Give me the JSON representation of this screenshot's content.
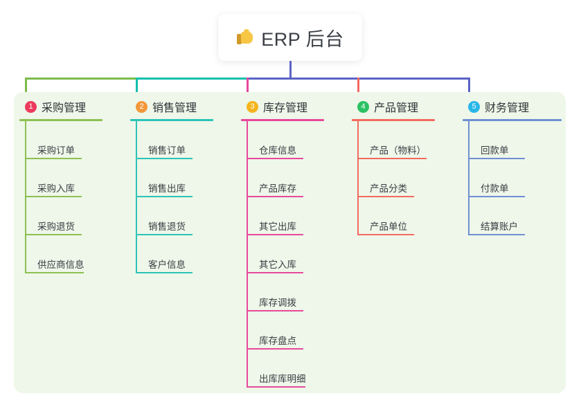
{
  "root": {
    "icon": "thumbs-up-icon",
    "title": "ERP 后台"
  },
  "colors": {
    "panel_background": "#eef7e9",
    "page_background": "#ffffff",
    "root_box": "#ffffff",
    "bus_left_green": "#7cbb4a",
    "bus_teal": "#10bfae",
    "bus_indigo": "#5a62c4",
    "branch1_line": "#8cc152",
    "branch2_line": "#2bc4b8",
    "branch3_line": "#e8489b",
    "branch4_line": "#f4695f",
    "branch5_line": "#6f8fd4",
    "badge1": "#ec3a5c",
    "badge2": "#f3973b",
    "badge3": "#f5b41d",
    "badge4": "#2cc163",
    "badge5": "#29b6e8"
  },
  "branches": [
    {
      "number": "1",
      "title": "采购管理",
      "badge_color": "#ec3a5c",
      "line_color": "#8cc152",
      "bus_color": "#7cbb4a",
      "items": [
        {
          "label": "采购订单"
        },
        {
          "label": "采购入库"
        },
        {
          "label": "采购退货"
        },
        {
          "label": "供应商信息"
        }
      ]
    },
    {
      "number": "2",
      "title": "销售管理",
      "badge_color": "#f3973b",
      "line_color": "#2bc4b8",
      "bus_color": "#10bfae",
      "items": [
        {
          "label": "销售订单"
        },
        {
          "label": "销售出库"
        },
        {
          "label": "销售退货"
        },
        {
          "label": "客户信息"
        }
      ]
    },
    {
      "number": "3",
      "title": "库存管理",
      "badge_color": "#f5b41d",
      "line_color": "#e8489b",
      "bus_color": "#e8489b",
      "items": [
        {
          "label": "仓库信息"
        },
        {
          "label": "产品库存"
        },
        {
          "label": "其它出库"
        },
        {
          "label": "其它入库"
        },
        {
          "label": "库存调拨"
        },
        {
          "label": "库存盘点"
        },
        {
          "label": "出库库明细"
        }
      ]
    },
    {
      "number": "4",
      "title": "产品管理",
      "badge_color": "#2cc163",
      "line_color": "#f4695f",
      "bus_color": "#f4695f",
      "items": [
        {
          "label": "产品（物料）"
        },
        {
          "label": "产品分类"
        },
        {
          "label": "产品单位"
        }
      ]
    },
    {
      "number": "5",
      "title": "财务管理",
      "badge_color": "#29b6e8",
      "line_color": "#6f8fd4",
      "bus_color": "#5a62c4",
      "items": [
        {
          "label": "回款单"
        },
        {
          "label": "付款单"
        },
        {
          "label": "结算账户"
        }
      ]
    }
  ]
}
